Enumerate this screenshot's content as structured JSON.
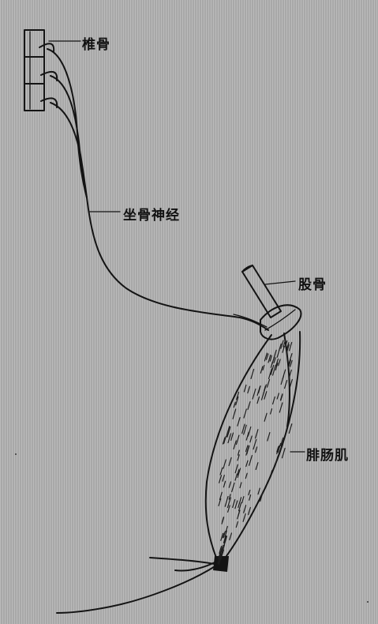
{
  "labels": {
    "vertebra": "椎骨",
    "sciatic_nerve": "坐骨神经",
    "femur": "股骨",
    "gastrocnemius": "腓肠肌"
  },
  "colors": {
    "background": "#b3b3b3",
    "ink": "#141414"
  }
}
